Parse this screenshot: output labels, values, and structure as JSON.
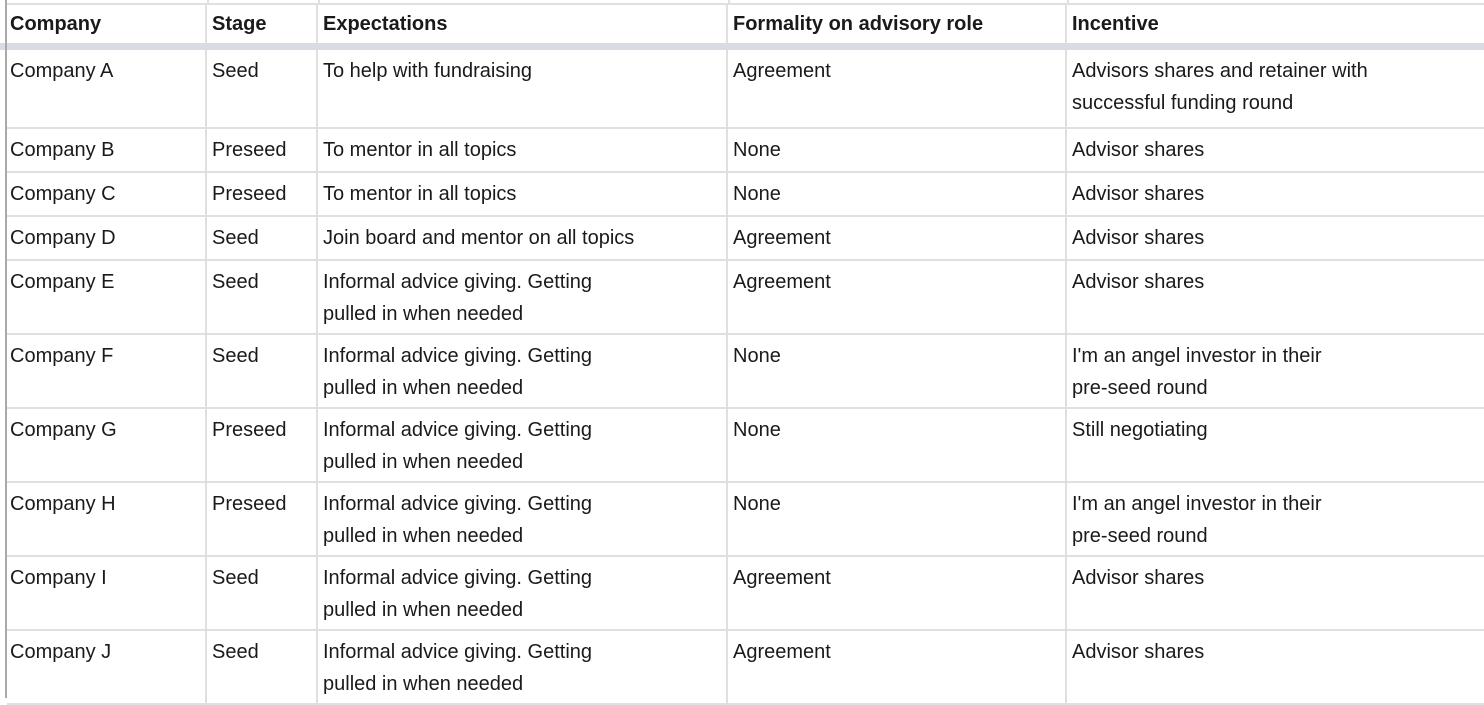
{
  "colors": {
    "border": "#e0e0e0",
    "band": "#d9dde3",
    "gutter": "#a9a9a9",
    "text": "#1a1a1a",
    "background": "#ffffff"
  },
  "table": {
    "columns": [
      {
        "key": "company",
        "label": "Company"
      },
      {
        "key": "stage",
        "label": "Stage"
      },
      {
        "key": "expectations",
        "label": "Expectations"
      },
      {
        "key": "formality",
        "label": "Formality on advisory role"
      },
      {
        "key": "incentive",
        "label": "Incentive"
      }
    ],
    "rows": [
      {
        "company": "Company A",
        "stage": "Seed",
        "expectations": "To help with fundraising",
        "formality": "Agreement",
        "incentive": "Advisors shares and retainer with\nsuccessful funding round"
      },
      {
        "company": "Company B",
        "stage": "Preseed",
        "expectations": "To mentor in all topics",
        "formality": "None",
        "incentive": "Advisor shares"
      },
      {
        "company": "Company C",
        "stage": "Preseed",
        "expectations": "To mentor in all topics",
        "formality": "None",
        "incentive": "Advisor shares"
      },
      {
        "company": "Company D",
        "stage": "Seed",
        "expectations": "Join board and mentor on all topics",
        "formality": "Agreement",
        "incentive": "Advisor shares"
      },
      {
        "company": "Company E",
        "stage": "Seed",
        "expectations": "Informal advice giving. Getting\npulled in when needed",
        "formality": "Agreement",
        "incentive": "Advisor shares"
      },
      {
        "company": "Company F",
        "stage": "Seed",
        "expectations": "Informal advice giving. Getting\npulled in when needed",
        "formality": "None",
        "incentive": "I'm an angel investor in their\npre-seed round"
      },
      {
        "company": "Company G",
        "stage": "Preseed",
        "expectations": "Informal advice giving. Getting\npulled in when needed",
        "formality": "None",
        "incentive": "Still negotiating"
      },
      {
        "company": "Company H",
        "stage": "Preseed",
        "expectations": "Informal advice giving. Getting\npulled in when needed",
        "formality": "None",
        "incentive": "I'm an angel investor in their\npre-seed round"
      },
      {
        "company": "Company I",
        "stage": "Seed",
        "expectations": "Informal advice giving. Getting\npulled in when needed",
        "formality": "Agreement",
        "incentive": "Advisor shares"
      },
      {
        "company": "Company J",
        "stage": "Seed",
        "expectations": "Informal advice giving. Getting\npulled in when needed",
        "formality": "Agreement",
        "incentive": "Advisor shares"
      }
    ]
  }
}
